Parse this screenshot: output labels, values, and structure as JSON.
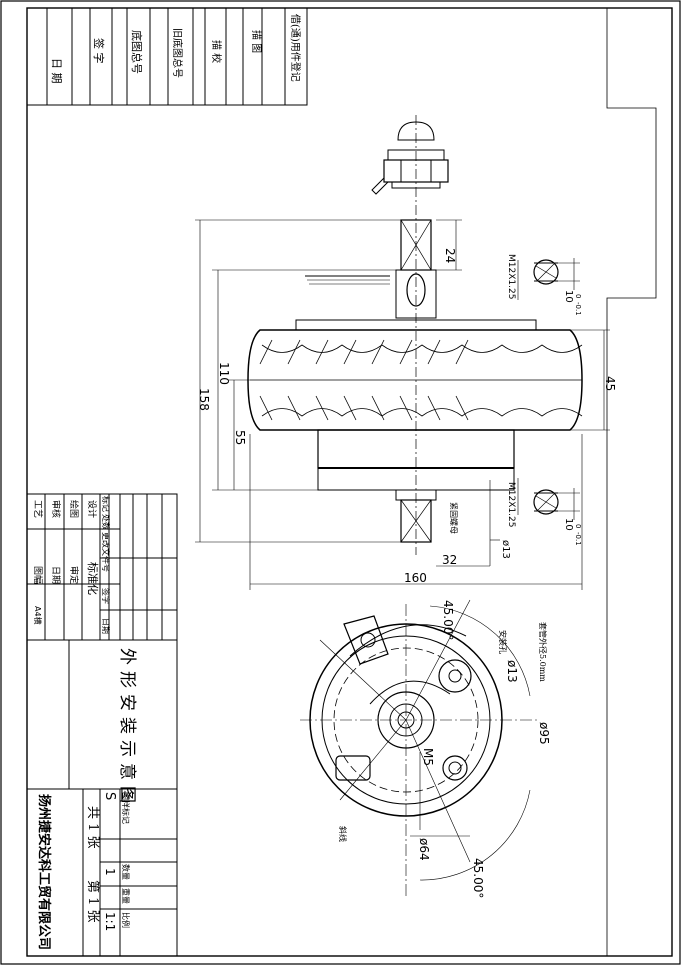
{
  "side_stamp": {
    "cells": [
      "借(通)用件登记",
      "描 图",
      "描 校",
      "旧底图总号",
      "底图总号",
      "签 字",
      "日 期"
    ]
  },
  "title_block": {
    "table_headers": [
      "标记",
      "处数",
      "更改文件号",
      "签字",
      "日期"
    ],
    "roles": [
      "设计",
      "绘图",
      "审核",
      "工艺"
    ],
    "role_extras": [
      "标准化",
      "审定",
      "日期",
      "图幅"
    ],
    "sheet_size": "A4横",
    "drawing_title": "外形安装示意图",
    "scale_headers": [
      "图样标记",
      "数量",
      "重量",
      "比例"
    ],
    "mark": "S",
    "quantity": "1",
    "scale": "1:1",
    "sheet_total": "共 1 张",
    "sheet_no": "第 1 张",
    "company": "扬州捷安达科工贸有限公司"
  },
  "dimensions": {
    "d24": "24",
    "d158": "158",
    "d110": "110",
    "d55": "55",
    "d45": "45",
    "d160": "160",
    "d32": "32",
    "d13": "ø13",
    "m12_top": "M12X1.25",
    "m12_bottom": "M12X1.25",
    "flat_top": "10",
    "flat_top_tol": "-0.1",
    "flat_top_up": "0",
    "flat_bottom": "10",
    "flat_bottom_tol": "-0.1",
    "flat_bottom_up": "0",
    "angle_top": "45.00°",
    "angle_bottom": "45.00°",
    "d95": "ø95",
    "d64": "ø64",
    "d13_hole": "ø13",
    "m5": "M5"
  },
  "notes": {
    "wire_note": "套管外径5.0mm",
    "cable_note": "紧固螺母",
    "flat_note": "斜线",
    "hole_note": "安装孔"
  }
}
